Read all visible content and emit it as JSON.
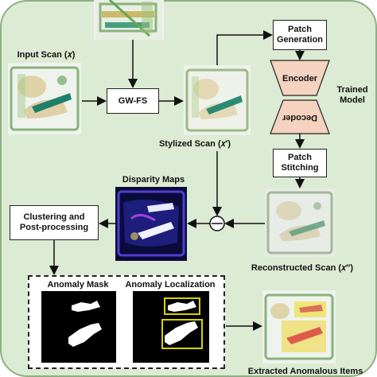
{
  "labels": {
    "input_scan": "Input Scan (𝑥)",
    "gwfs": "GW-FS",
    "stylized_scan": "Stylized Scan (𝑥′)",
    "patch_generation": [
      "Patch",
      "Generation"
    ],
    "encoder": "Encoder",
    "decoder": "Decoder",
    "trained_model": [
      "Trained",
      "Model"
    ],
    "patch_stitching": [
      "Patch",
      "Stitching"
    ],
    "disparity_maps": "Disparity Maps",
    "clustering": [
      "Clustering and",
      "Post-processing"
    ],
    "reconstructed_scan": "Reconstructed Scan (𝑥′′)",
    "anomaly_mask": "Anomaly Mask",
    "anomaly_localization": "Anomaly Localization",
    "extracted_items": "Extracted Anomalous Items"
  },
  "colors": {
    "panel_bg": "#dcebd3",
    "panel_border": "#8fb184",
    "encoder_fill": "#f5d3c0",
    "box_outline": "#d8d200",
    "xray_bg": "#eef3ee",
    "disparity_bg": "#0a0b3a"
  }
}
